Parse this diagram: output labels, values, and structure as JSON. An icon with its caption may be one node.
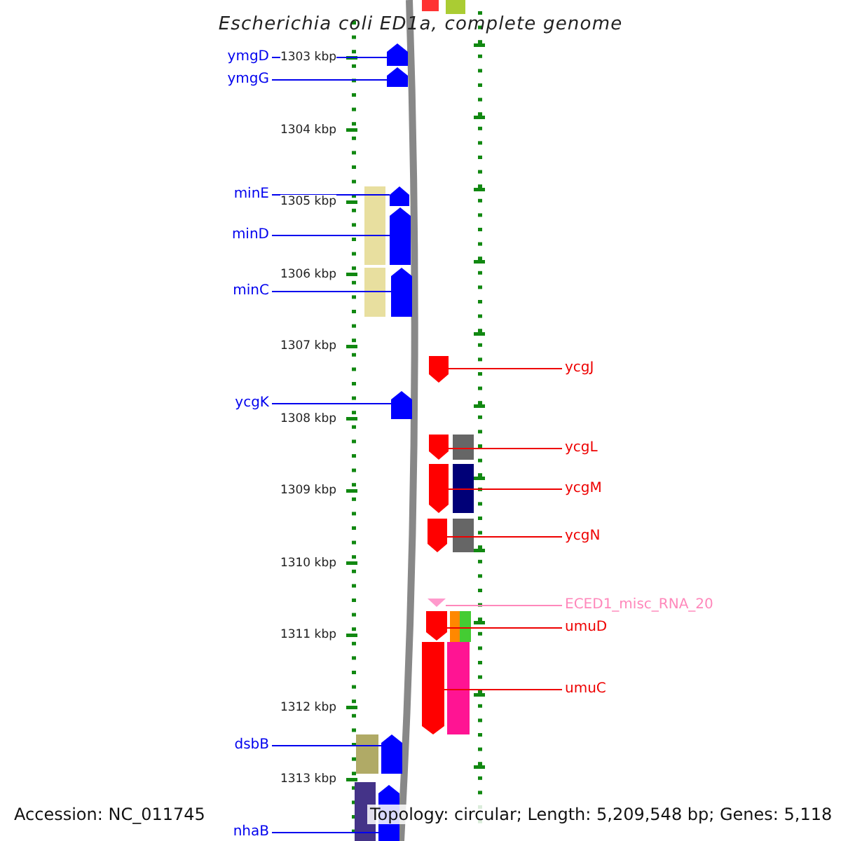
{
  "diagram": {
    "title": "Escherichia coli ED1a, complete genome",
    "nodes": [
      {
        "text": [
          "ymgD"
        ]
      },
      {
        "text": [],
        "shape": "arrow"
      },
      {
        "text": [
          "ymgG"
        ]
      },
      {
        "text": [],
        "shape": "arrow"
      },
      {
        "text": [
          "minE"
        ]
      },
      {
        "text": [],
        "shape": "arrow"
      },
      {
        "text": [
          "minD"
        ]
      },
      {
        "text": [],
        "shape": "arrow"
      },
      {
        "text": [
          "minC"
        ]
      },
      {
        "text": [],
        "shape": "arrow"
      },
      {
        "text": [
          "ycgK"
        ]
      },
      {
        "text": [],
        "shape": "arrow"
      },
      {
        "text": [
          "ycgJ"
        ]
      },
      {
        "text": [],
        "shape": "arrow"
      },
      {
        "text": [
          "ycgL"
        ]
      },
      {
        "text": [],
        "shape": "arrow"
      },
      {
        "text": [
          "ycgM"
        ]
      },
      {
        "text": [],
        "shape": "arrow"
      },
      {
        "text": [
          "ycgN"
        ]
      },
      {
        "text": [],
        "shape": "arrow"
      },
      {
        "text": [
          "ECED1_misc_RNA_20"
        ]
      },
      {
        "text": [],
        "shape": "triangle"
      },
      {
        "text": [
          "umuD"
        ]
      },
      {
        "text": [],
        "shape": "arrow"
      },
      {
        "text": [
          "umuC"
        ]
      },
      {
        "text": [],
        "shape": "arrow"
      },
      {
        "text": [
          "dsbB"
        ]
      },
      {
        "text": [],
        "shape": "arrow"
      },
      {
        "text": [
          "nhaB"
        ]
      },
      {
        "text": [],
        "shape": "arrow"
      }
    ],
    "edges": [
      {
        "from": 0,
        "to": 1,
        "arrow": "none"
      },
      {
        "from": 2,
        "to": 3,
        "arrow": "none"
      },
      {
        "from": 4,
        "to": 5,
        "arrow": "none"
      },
      {
        "from": 6,
        "to": 7,
        "arrow": "none"
      },
      {
        "from": 8,
        "to": 9,
        "arrow": "none"
      },
      {
        "from": 10,
        "to": 11,
        "arrow": "none"
      },
      {
        "from": 12,
        "to": 13,
        "arrow": "none",
        "color": "#ee0000"
      },
      {
        "from": 14,
        "to": 15,
        "arrow": "none",
        "color": "#ee0000"
      },
      {
        "from": 16,
        "to": 17,
        "arrow": "none",
        "color": "#ee0000"
      },
      {
        "from": 18,
        "to": 19,
        "arrow": "none",
        "color": "#ee0000"
      },
      {
        "from": 20,
        "to": 21,
        "arrow": "none",
        "color": "#ff88bb"
      },
      {
        "from": 22,
        "to": 23,
        "arrow": "none",
        "color": "#ee0000"
      },
      {
        "from": 24,
        "to": 25,
        "arrow": "none",
        "color": "#ee0000"
      },
      {
        "from": 26,
        "to": 27,
        "arrow": "none"
      },
      {
        "from": 28,
        "to": 29,
        "arrow": "none"
      }
    ],
    "labels": [
      "1303 kbp",
      "1304 kbp",
      "1305 kbp",
      "1306 kbp",
      "1307 kbp",
      "1308 kbp",
      "1309 kbp",
      "1310 kbp",
      "1311 kbp",
      "1312 kbp",
      "1313 kbp",
      "Accession: NC_011745",
      "Topology: circular; Length: 5,209,548 bp; Genes: 5,118"
    ]
  }
}
